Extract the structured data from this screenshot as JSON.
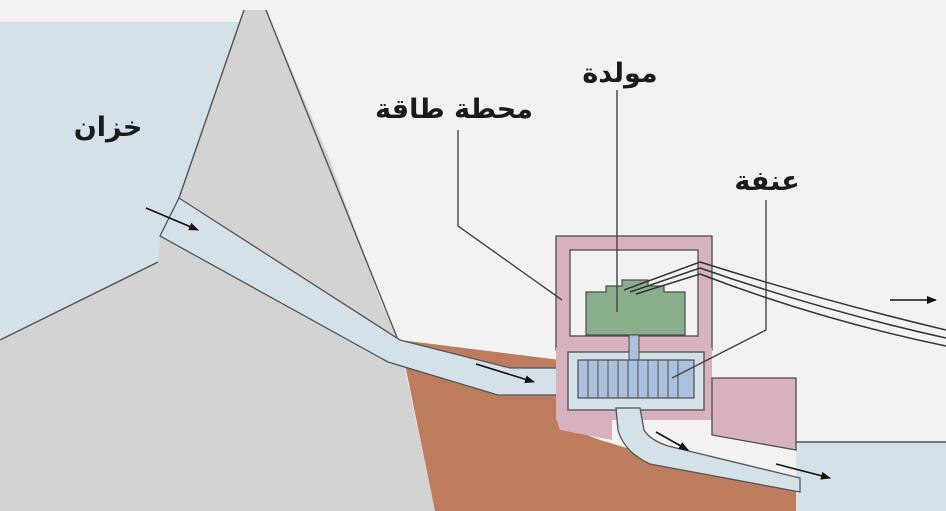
{
  "labels": {
    "reservoir": "خزان",
    "power_station": "محطة طاقة",
    "generator": "مولدة",
    "turbine": "عنفة"
  },
  "colors": {
    "background": "#f2f2f3",
    "water": "#d4e1e9",
    "dam": "#d3d3d3",
    "earth": "#bd7c5d",
    "station_wall": "#d7b1be",
    "generator": "#8aad8b",
    "turbine": "#aac0dd",
    "outline": "#4d4d4d"
  }
}
